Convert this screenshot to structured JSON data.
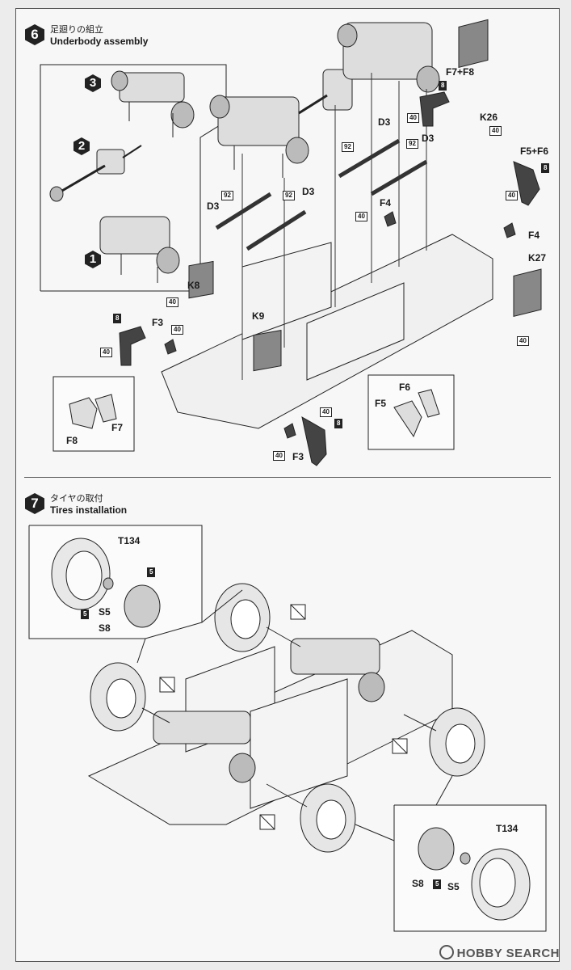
{
  "steps": [
    {
      "number": "6",
      "title_jp": "足廻りの組立",
      "title_en": "Underbody assembly"
    },
    {
      "number": "7",
      "title_jp": "タイヤの取付",
      "title_en": "Tires installation"
    }
  ],
  "step6": {
    "sub_steps": [
      "3",
      "2",
      "1"
    ],
    "labels": {
      "d3_a": "D3",
      "d3_b": "D3",
      "d3_c": "D3",
      "d3_d": "D3",
      "f7_f8": "F7+F8",
      "k26": "K26",
      "f5_f6": "F5+F6",
      "f4_a": "F4",
      "f4_b": "F4",
      "k27": "K27",
      "k8": "K8",
      "k9": "K9",
      "f3_a": "F3",
      "f3_b": "F3",
      "inset_f7": "F7",
      "inset_f8": "F8",
      "inset_f6": "F6",
      "inset_f5": "F5"
    },
    "tags": {
      "t92": "92",
      "t40": "40",
      "t8": "8"
    }
  },
  "step7": {
    "labels": {
      "t134_a": "T134",
      "s5_a": "S5",
      "s8_a": "S8",
      "five_a1": "5",
      "five_a2": "5",
      "t134_b": "T134",
      "s5_b": "S5",
      "s8_b": "S8",
      "five_b": "5"
    }
  },
  "watermark": {
    "text": "HOBBY SEARCH"
  }
}
